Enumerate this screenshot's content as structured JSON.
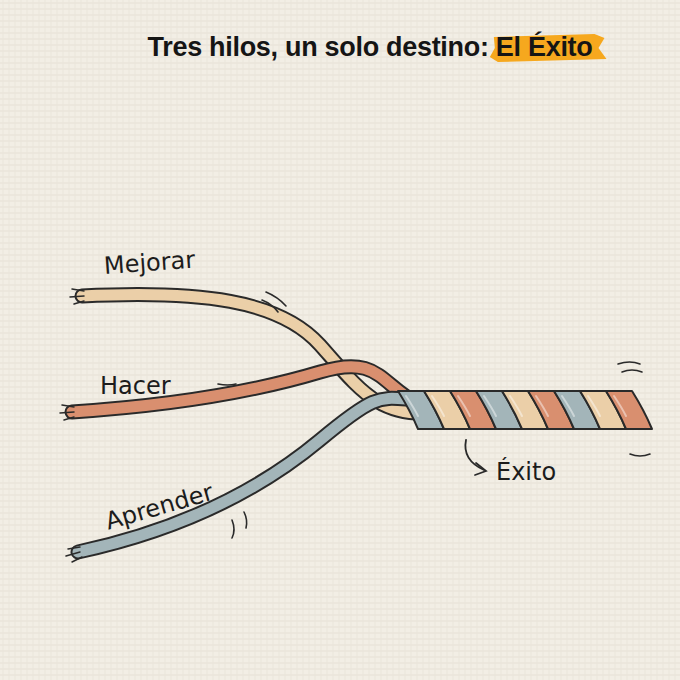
{
  "diagram": {
    "title": "Tres hilos, un solo destino: El Éxito",
    "labels": [
      "Mejorar",
      "Hacer",
      "Aprender",
      "Éxito"
    ]
  }
}
